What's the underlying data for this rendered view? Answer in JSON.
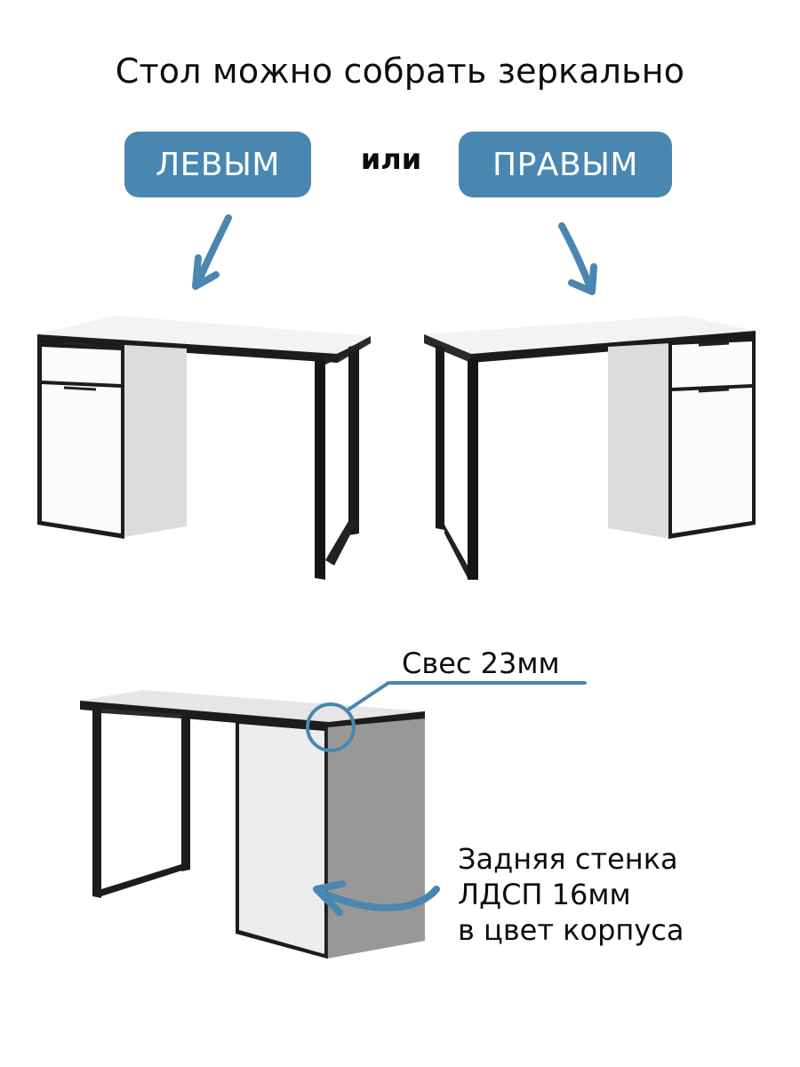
{
  "header": {
    "title": "Стол можно собрать зеркально"
  },
  "options": {
    "left_label": "ЛЕВЫМ",
    "separator": "или",
    "right_label": "ПРАВЫМ"
  },
  "illustrations": {
    "left_desk": "desk-left-cabinet",
    "right_desk": "desk-right-cabinet",
    "detail_desk": "desk-back-view"
  },
  "callouts": {
    "overhang": "Свес 23мм",
    "back_wall": [
      "Задняя стенка",
      "ЛДСП 16мм",
      "в цвет корпуса"
    ]
  },
  "colors": {
    "accent": "#4a87b0",
    "frame": "#1c1c1c",
    "panel_light": "#f2f2f2",
    "panel_shadow": "#9a9a9a"
  }
}
